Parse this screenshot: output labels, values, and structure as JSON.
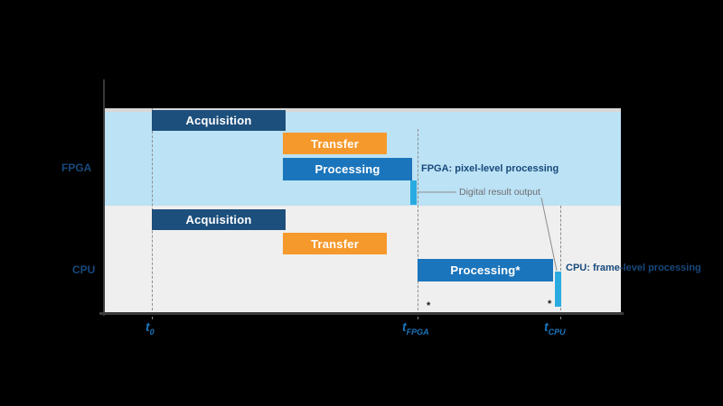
{
  "rows": {
    "fpga": "FPGA",
    "cpu": "CPU"
  },
  "bars": {
    "fpga": {
      "acquisition": "Acquisition",
      "transfer": "Transfer",
      "processing": "Processing"
    },
    "cpu": {
      "acquisition": "Acquisition",
      "transfer": "Transfer",
      "processing": "Processing*"
    }
  },
  "annotations": {
    "fpga_note": "FPGA: pixel-level processing",
    "digital_result": "Digital result output",
    "cpu_note": "CPU: frame-level processing",
    "footnote_mark": "*"
  },
  "axis": {
    "t0": {
      "base": "t",
      "sub": "0"
    },
    "tfpga": {
      "base": "t",
      "sub": "FPGA"
    },
    "tcpu": {
      "base": "t",
      "sub": "CPU"
    }
  },
  "colors": {
    "background": "#000000",
    "fpga_band": "#BCE2F5",
    "cpu_band": "#EFEFEF",
    "acquisition_navy": "#1D4F7C",
    "processing_blue": "#1B75BC",
    "transfer_orange": "#F6992C",
    "result_cyan": "#29ABE2",
    "note_navy": "#17497C",
    "note_gray": "#6D6E71",
    "axis_label_blue": "#1B75BC",
    "dashed_line": "#8C8C8C",
    "axis": "#3A3A3A"
  },
  "chart_data": {
    "type": "gantt-timing",
    "lanes": [
      "FPGA",
      "CPU"
    ],
    "time_markers": [
      "t0",
      "tFPGA",
      "tCPU"
    ],
    "tasks": [
      {
        "lane": "FPGA",
        "label": "Acquisition",
        "start": "t0",
        "end": "t0+2.6"
      },
      {
        "lane": "FPGA",
        "label": "Transfer",
        "start": "t0+2.5",
        "end": "t0+4.5"
      },
      {
        "lane": "FPGA",
        "label": "Processing",
        "start": "t0+2.5",
        "end": "tFPGA"
      },
      {
        "lane": "FPGA",
        "label": "Digital result output",
        "start": "tFPGA",
        "end": "tFPGA+0.1"
      },
      {
        "lane": "CPU",
        "label": "Acquisition",
        "start": "t0",
        "end": "t0+2.6"
      },
      {
        "lane": "CPU",
        "label": "Transfer",
        "start": "t0+2.5",
        "end": "t0+4.5"
      },
      {
        "lane": "CPU",
        "label": "Processing*",
        "start": "tFPGA",
        "end": "tCPU"
      },
      {
        "lane": "CPU",
        "label": "Digital result output",
        "start": "tCPU",
        "end": "tCPU+0.1"
      }
    ]
  }
}
